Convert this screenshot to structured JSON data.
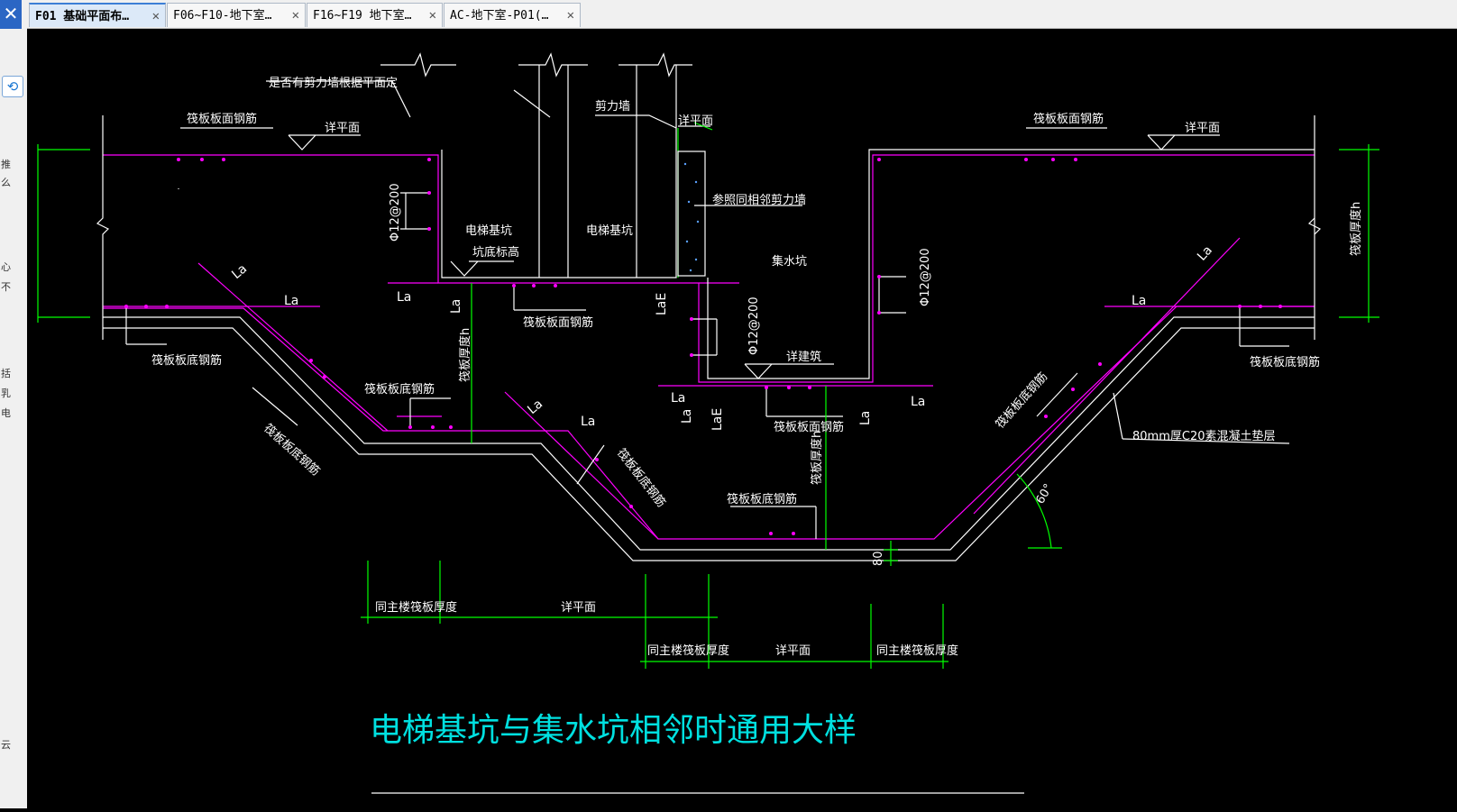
{
  "tabs": [
    {
      "label": "F01 基础平面布…",
      "close": "✕"
    },
    {
      "label": "F06~F10-地下室…",
      "close": "✕"
    },
    {
      "label": "F16~F19 地下室…",
      "close": "✕"
    },
    {
      "label": "AC-地下室-P01(…",
      "close": "✕"
    }
  ],
  "sidebar": {
    "close_glyph": "✕",
    "sync_glyph": "⟲",
    "texts": [
      "推",
      "么",
      "心",
      "不",
      "括",
      "乳",
      "电",
      "云"
    ]
  },
  "drawing": {
    "title": "电梯基坑与集水坑相邻时通用大样",
    "shear_wall_note": "是否有剪力墙根据平面定",
    "shear_wall": "剪力墙",
    "adjacent_wall": "参照同相邻剪力墙",
    "elevator_pit_1": "电梯基坑",
    "elevator_pit_bottom": "坑底标高",
    "elevator_pit_2": "电梯基坑",
    "sump_pit": "集水坑",
    "raft_top_bar": "筏板板面钢筋",
    "raft_bottom_bar": "筏板板底钢筋",
    "raft_thickness": "筏板厚度h",
    "see_plan": "详平面",
    "see_well": "详建筑",
    "bar_spec": "Φ12@200",
    "la": "La",
    "lae": "LaE",
    "same_thickness": "同主楼筏板厚度",
    "cushion": "80mm厚C20素混凝土垫层",
    "angle": "60°",
    "dim80": "80"
  },
  "colors": {
    "magenta": "#ff00ff",
    "green": "#00ff00",
    "white": "#ffffff",
    "cyan": "#00e0e0",
    "blue": "#5aa0ff"
  }
}
